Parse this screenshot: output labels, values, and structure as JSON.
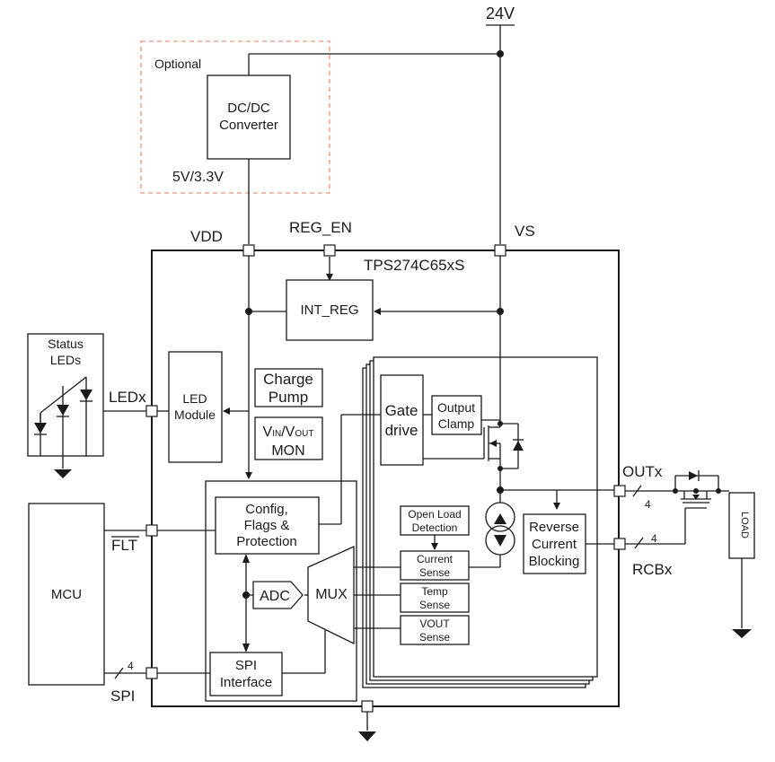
{
  "labels": {
    "supply": "24V",
    "optional": "Optional",
    "dcdc_line1": "DC/DC",
    "dcdc_line2": "Converter",
    "dcdc_output": "5V/3.3V",
    "pin_vdd": "VDD",
    "pin_reg_en": "REG_EN",
    "pin_vs": "VS",
    "chip_name": "TPS274C65xS",
    "int_reg": "INT_REG",
    "status_leds_line1": "Status",
    "status_leds_line2": "LEDs",
    "pin_ledx": "LEDx",
    "led_module_line1": "LED",
    "led_module_line2": "Module",
    "charge_pump_line1": "Charge",
    "charge_pump_line2": "Pump",
    "vin_vout_v1": "V",
    "vin_vout_sub1": "IN",
    "vin_vout_slash": "/V",
    "vin_vout_sub2": "OUT",
    "vin_vout_line2": "MON",
    "gate_drive_line1": "Gate",
    "gate_drive_line2": "drive",
    "output_clamp_line1": "Output",
    "output_clamp_line2": "Clamp",
    "pin_outx": "OUTx",
    "bus_4_out": "4",
    "bus_4_rcb": "4",
    "bus_4_spi": "4",
    "load": "LOAD",
    "mcu": "MCU",
    "pin_flt": "FLT",
    "config_line1": "Config,",
    "config_line2": "Flags &",
    "config_line3": "Protection",
    "open_load_line1": "Open Load",
    "open_load_line2": "Detection",
    "reverse_line1": "Reverse",
    "reverse_line2": "Current",
    "reverse_line3": "Blocking",
    "pin_rcbx": "RCBx",
    "adc": "ADC",
    "mux": "MUX",
    "current_sense_line1": "Current",
    "current_sense_line2": "Sense",
    "temp_sense_line1": "Temp",
    "temp_sense_line2": "Sense",
    "vout_sense_line1": "VOUT",
    "vout_sense_line2": "Sense",
    "spi_line1": "SPI",
    "spi_line2": "Interface",
    "pin_spi": "SPI"
  },
  "colors": {
    "line": "#1a1a1a",
    "optional_border": "#e8967a",
    "background": "#ffffff"
  }
}
